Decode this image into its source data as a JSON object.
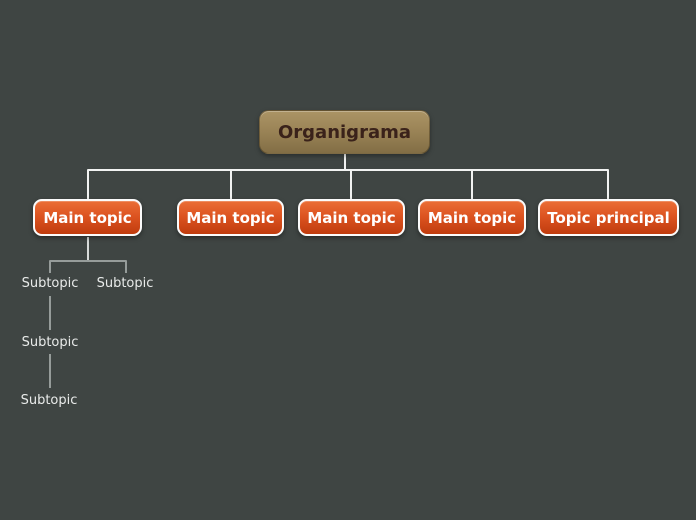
{
  "app": {
    "description": "Mind map / organization chart canvas",
    "background_color": "#3f4543"
  },
  "mindmap": {
    "root": {
      "label": "Organigrama"
    },
    "children": [
      {
        "label": "Main topic"
      },
      {
        "label": "Main topic"
      },
      {
        "label": "Main topic"
      },
      {
        "label": "Main topic"
      },
      {
        "label": "Topic principal"
      }
    ],
    "subtopics": [
      {
        "label": "Subtopic"
      },
      {
        "label": "Subtopic"
      },
      {
        "label": "Subtopic"
      },
      {
        "label": "Subtopic"
      }
    ]
  },
  "colors": {
    "canvas_background": "#3f4543",
    "root_node_gradient_top": "#ab9465",
    "root_node_gradient_bottom": "#826e45",
    "root_node_text": "#3a221a",
    "child_node_gradient_top": "#ea6e36",
    "child_node_gradient_bottom": "#c03c0e",
    "child_node_border": "#fbfbfb",
    "child_node_text": "#ffffff",
    "level1_connector": "#f2f3f2",
    "level2_connector_stem": "#d8dbda",
    "level2_connector_branch": "#969c9a",
    "subtopic_text": "#e9ebea"
  }
}
